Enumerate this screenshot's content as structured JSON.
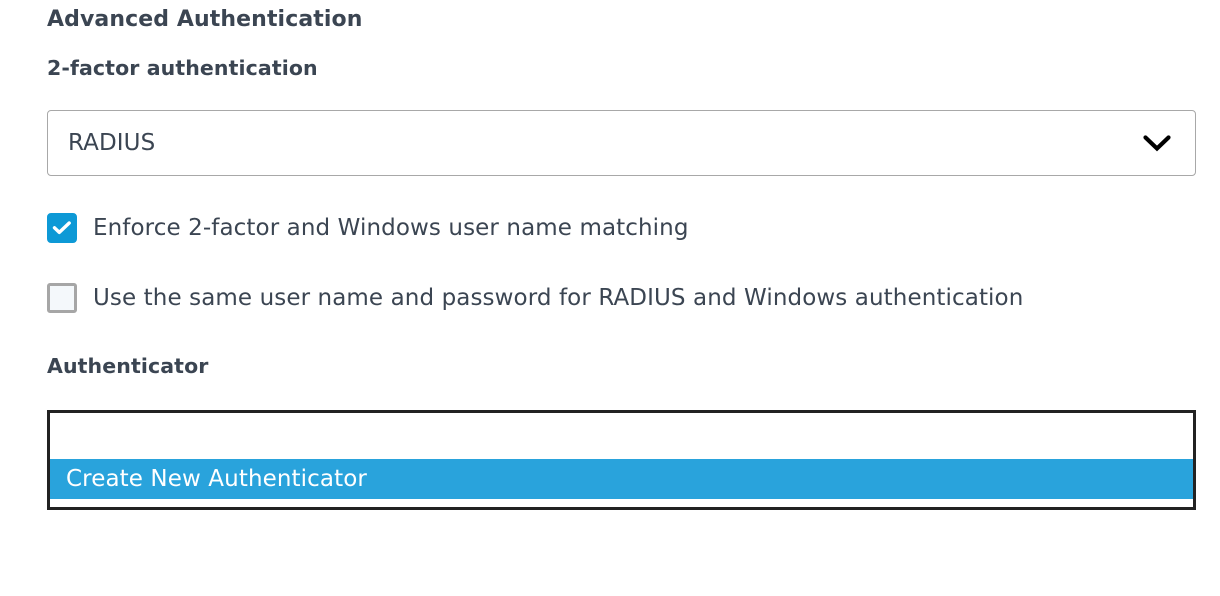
{
  "section": {
    "title": "Advanced Authentication"
  },
  "two_factor": {
    "label": "2-factor authentication",
    "select": {
      "value": "RADIUS",
      "arrow_icon": "chevron-down-icon"
    }
  },
  "options": [
    {
      "id": "enforce-matching",
      "label": "Enforce 2-factor and Windows user name matching",
      "checked": true,
      "icon": "check-icon"
    },
    {
      "id": "same-credentials",
      "label": "Use the same user name and password for RADIUS and Windows authentication",
      "checked": false,
      "icon": ""
    }
  ],
  "authenticator": {
    "label": "Authenticator",
    "dropdown": {
      "open": true,
      "items": [
        {
          "label": "",
          "selected": false
        },
        {
          "label": "Create New Authenticator",
          "selected": true
        }
      ]
    }
  },
  "colors": {
    "accent_blue": "#0d99d6",
    "highlight_blue": "#29a3dc",
    "text": "#3b4552",
    "border_gray": "#a8a8a8",
    "border_dark": "#222222",
    "background": "#ffffff"
  }
}
